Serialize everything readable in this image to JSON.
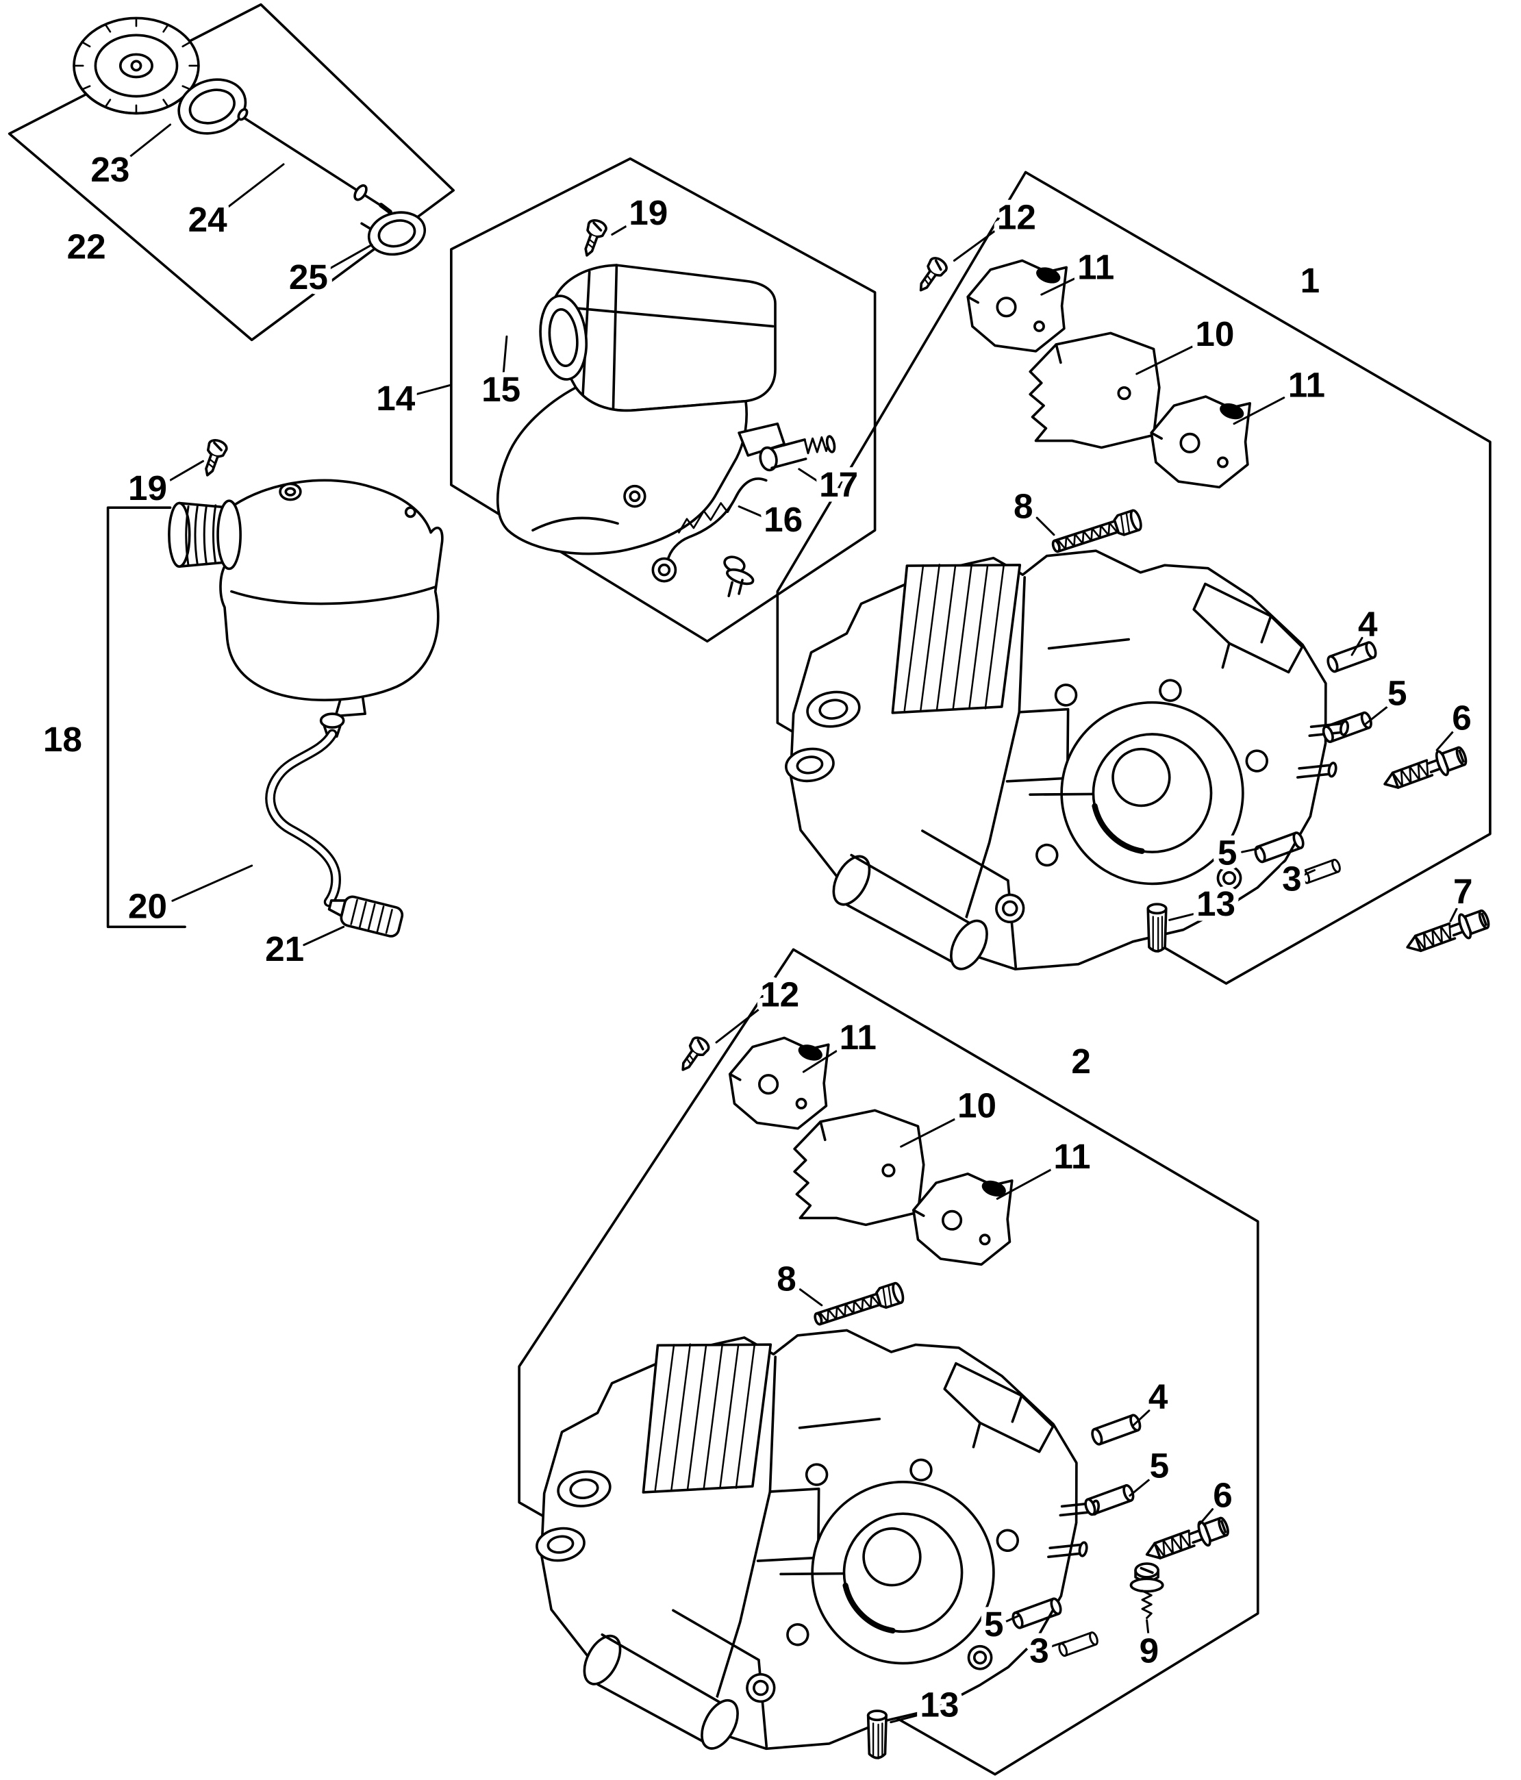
{
  "diagram": {
    "type": "exploded-parts-diagram",
    "background_color": "#ffffff",
    "line_color": "#000000",
    "groups": [
      {
        "group_label": "22",
        "contains": [
          "23",
          "24",
          "25"
        ]
      },
      {
        "group_label": "14",
        "contains": [
          "19",
          "15",
          "17",
          "16"
        ]
      },
      {
        "group_label": "18",
        "contains": [
          "19",
          "20",
          "21"
        ]
      },
      {
        "group_label": "1",
        "contains": [
          "12",
          "11",
          "10",
          "11",
          "8",
          "4",
          "5",
          "6",
          "5",
          "3",
          "7",
          "13"
        ]
      },
      {
        "group_label": "2",
        "contains": [
          "12",
          "11",
          "10",
          "11",
          "8",
          "4",
          "5",
          "6",
          "5",
          "3",
          "9",
          "13"
        ]
      }
    ],
    "labels": [
      {
        "text": "23"
      },
      {
        "text": "24"
      },
      {
        "text": "22"
      },
      {
        "text": "25"
      },
      {
        "text": "19"
      },
      {
        "text": "14"
      },
      {
        "text": "15"
      },
      {
        "text": "17"
      },
      {
        "text": "16"
      },
      {
        "text": "12"
      },
      {
        "text": "11"
      },
      {
        "text": "1"
      },
      {
        "text": "10"
      },
      {
        "text": "11"
      },
      {
        "text": "8"
      },
      {
        "text": "19"
      },
      {
        "text": "18"
      },
      {
        "text": "4"
      },
      {
        "text": "5"
      },
      {
        "text": "6"
      },
      {
        "text": "5"
      },
      {
        "text": "3"
      },
      {
        "text": "7"
      },
      {
        "text": "13"
      },
      {
        "text": "20"
      },
      {
        "text": "21"
      },
      {
        "text": "12"
      },
      {
        "text": "11"
      },
      {
        "text": "2"
      },
      {
        "text": "10"
      },
      {
        "text": "11"
      },
      {
        "text": "8"
      },
      {
        "text": "4"
      },
      {
        "text": "5"
      },
      {
        "text": "6"
      },
      {
        "text": "5"
      },
      {
        "text": "3"
      },
      {
        "text": "9"
      },
      {
        "text": "13"
      }
    ]
  }
}
